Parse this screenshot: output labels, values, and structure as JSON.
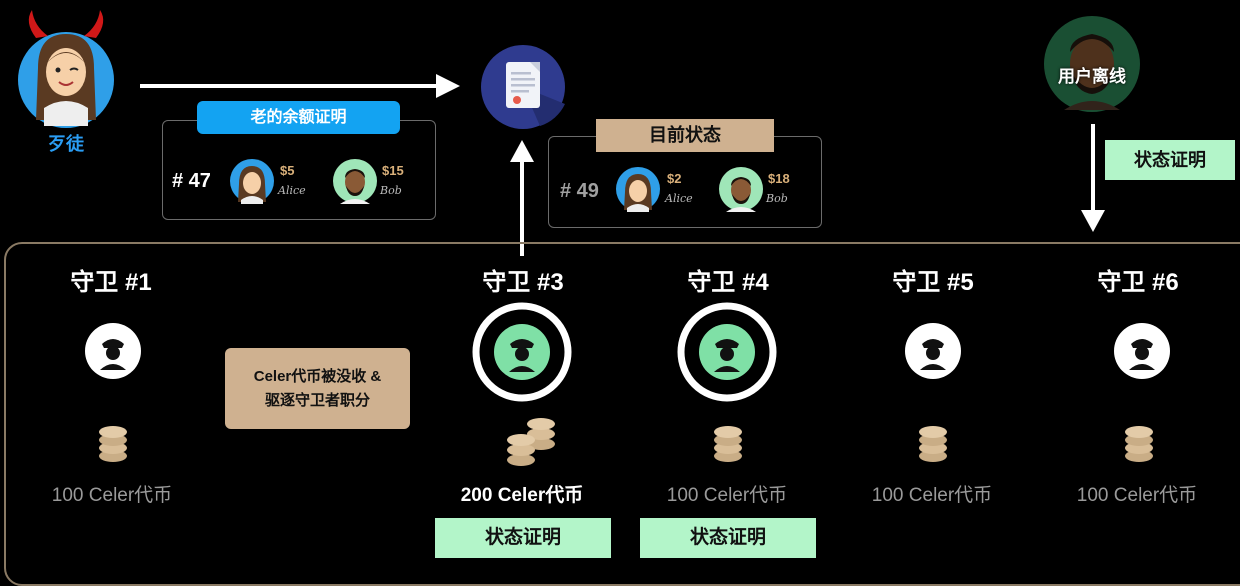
{
  "top": {
    "attacker_label": "歹徒",
    "offline_label": "用户离线",
    "state_proof_side": "状态证明"
  },
  "old_proof": {
    "tag": "老的余额证明",
    "nonce": "# 47",
    "party_a": {
      "amount": "$5",
      "signature": "Alice"
    },
    "party_b": {
      "amount": "$15",
      "signature": "Bob"
    }
  },
  "current_state": {
    "tag": "目前状态",
    "nonce": "# 49",
    "party_a": {
      "amount": "$2",
      "signature": "Alice"
    },
    "party_b": {
      "amount": "$18",
      "signature": "Bob"
    }
  },
  "slash_note": {
    "line1": "Celer代币被没收 &",
    "line2": "驱逐守卫者职分"
  },
  "guardians": [
    {
      "title": "守卫 #1",
      "amount": "100 Celer代币"
    },
    {
      "title": "守卫 #3",
      "amount": "200 Celer代币",
      "proof": "状态证明"
    },
    {
      "title": "守卫 #4",
      "amount": "100 Celer代币",
      "proof": "状态证明"
    },
    {
      "title": "守卫 #5",
      "amount": "100 Celer代币"
    },
    {
      "title": "守卫 #6",
      "amount": "100 Celer代币"
    }
  ],
  "colors": {
    "blue_tag": "#13a3f2",
    "tan_tag": "#cfb190",
    "mint": "#b3f5c9",
    "active_guard": "#7fe0a6"
  },
  "icons": {
    "attacker": "devil-woman-avatar",
    "document": "document-icon",
    "offline_user": "man-avatar",
    "guardian": "guard-icon",
    "coins": "coin-stack-icon"
  }
}
